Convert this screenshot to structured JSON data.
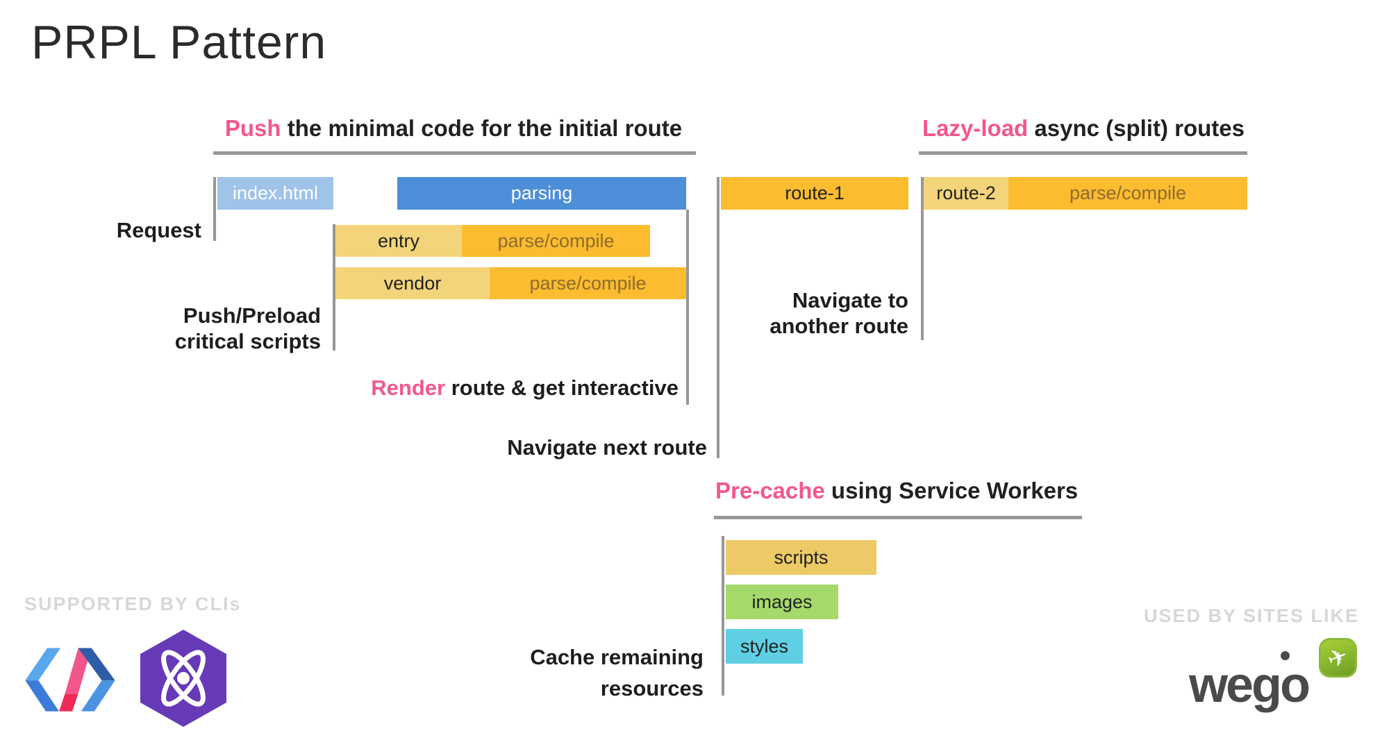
{
  "title": "PRPL Pattern",
  "headers": {
    "push": {
      "highlight": "Push",
      "rest": " the minimal code for the initial route"
    },
    "lazy_load": {
      "highlight": "Lazy-load",
      "rest": " async (split) routes"
    },
    "pre_cache": {
      "highlight": "Pre-cache",
      "rest": " using Service Workers"
    }
  },
  "row_labels": {
    "request": "Request",
    "push_preload_line1": "Push/Preload",
    "push_preload_line2": "critical scripts",
    "render_highlight": "Render",
    "render_rest": " route & get interactive",
    "navigate_next": "Navigate next route",
    "navigate_another_line1": "Navigate to",
    "navigate_another_line2": "another route",
    "cache_line1": "Cache remaining",
    "cache_line2": "resources"
  },
  "bars": {
    "index_html": "index.html",
    "parsing": "parsing",
    "entry": "entry",
    "entry_parse": "parse/compile",
    "vendor": "vendor",
    "vendor_parse": "parse/compile",
    "route1": "route-1",
    "route2": "route-2",
    "route2_parse": "parse/compile",
    "scripts": "scripts",
    "images": "images",
    "styles": "styles"
  },
  "footer": {
    "supported_by": "SUPPORTED BY CLIs",
    "used_by": "USED BY SITES LIKE",
    "wego_text": "wego"
  },
  "colors": {
    "pink": "#F4578C",
    "blue": "#4D8ED8",
    "light_blue": "#9FC3E9",
    "amber_light": "#F4D47A",
    "orange": "#FBBC2F",
    "scripts_amber": "#EDCA66",
    "images_green": "#A5D96C",
    "styles_cyan": "#5FD0E4",
    "line_gray": "#979797",
    "watermark_gray": "#D7D7D7",
    "parse_text": "#8E6B2E",
    "bar_text_light": "#FFFFFF",
    "wego_gray": "#4A4A4A"
  }
}
